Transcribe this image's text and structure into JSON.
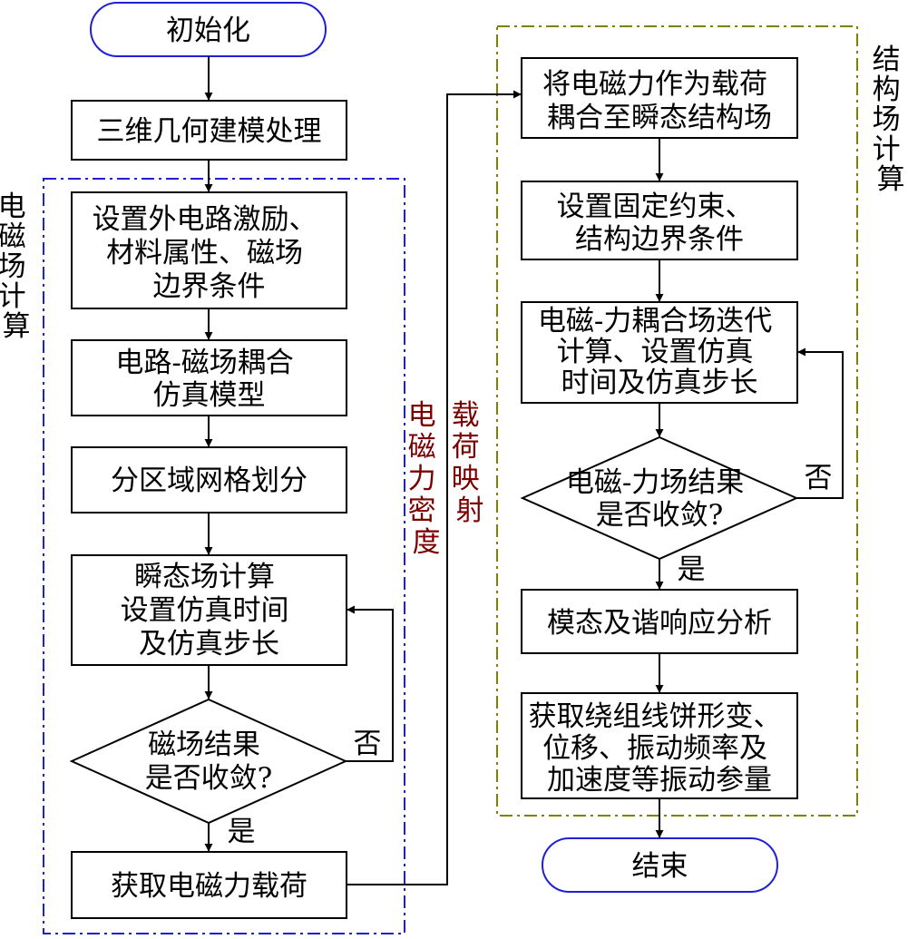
{
  "start": "初始化",
  "end": "结束",
  "left": {
    "group_label": [
      "电",
      "磁",
      "场",
      "计",
      "算"
    ],
    "steps": [
      [
        "三维几何建模处理"
      ],
      [
        "设置外电路激励、",
        "材料属性、磁场",
        "边界条件"
      ],
      [
        "电路-磁场耦合",
        "仿真模型"
      ],
      [
        "分区域网格划分"
      ],
      [
        "瞬态场计算",
        "设置仿真时间",
        "及仿真步长"
      ],
      [
        "获取电磁力载荷"
      ]
    ],
    "decision": [
      "磁场结果",
      "是否收敛?"
    ]
  },
  "right": {
    "group_label": [
      "结",
      "构",
      "场",
      "计",
      "算"
    ],
    "steps": [
      [
        "将电磁力作为载荷",
        "耦合至瞬态结构场"
      ],
      [
        "设置固定约束、",
        "结构边界条件"
      ],
      [
        "电磁-力耦合场迭代",
        "计算、设置仿真",
        "时间及仿真步长"
      ],
      [
        "模态及谐响应分析"
      ],
      [
        "获取绕组线饼形变、",
        "位移、振动频率及",
        "加速度等振动参量"
      ]
    ],
    "decision": [
      "电磁-力场结果",
      "是否收敛?"
    ]
  },
  "branch_yes": "是",
  "branch_no": "否",
  "middle_labels": {
    "force_density": [
      "电",
      "磁",
      "力",
      "密",
      "度"
    ],
    "load_mapping": [
      "载",
      "荷",
      "映",
      "射"
    ]
  },
  "colors": {
    "start_end_border": "#1f1fd6",
    "left_group_border": "#1f1fd6",
    "right_group_border": "#808000",
    "middle_label": "#7a0000",
    "box_border": "#000000"
  }
}
